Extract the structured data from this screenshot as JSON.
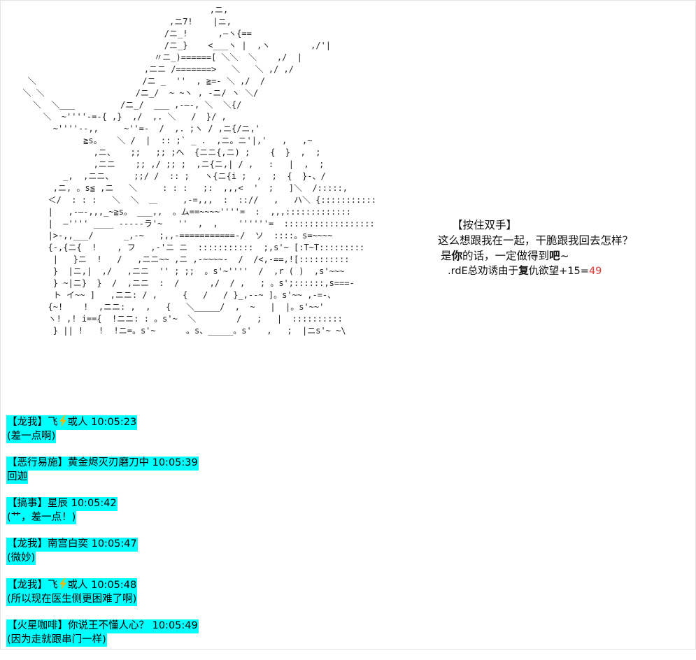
{
  "ascii_art": "                                       ,ニ,\n                               ,ニ7!    |ニ,\n                              /ニ_!      ,―ヽ{==\n                              /ニ_}    <___ヽ |  ,ヽ        ,/'|\n                            〃ニ_)======[ ＼＼  ＼    ,/  |\n                          ,ニニ /=======>   ＼   ＼ ,/ ,/\n   ＼                     /ニ _  ''  , ≧=- ＼ ,/  /\n  ＼ ＼                  /ニ_/  ~ ~ヽ , -ニ/ ヽ ＼/\n    ＼  ＼___         /ニ_/  ___ ,-―-, ＼  ＼{/\n      ＼  ~''''-=-{ ,}  ,/  ,. ＼   /  }/ ,\n        ~''''--,,     ~''=-  /  ,. ;ヽ / ,ニ{/ニ,'\n              ≧s。   ＼ /  |  :: ;` _ .  ,ニ。ニ'|,'   ,   ,~\n                ,ニ、   ;;   ;; ;へ  {ニニ{,ニ) ;    {  }  ,  ;\n                ,ニニ    ;; ,/ ;; ;  ,ニ{ニ,| / ,   :   |  ,  ;\n          _,  ,ニニ、    ;;/ /  :: ;   ヽ{ニ{i ;  ,  ;  {  }-、/\n        ,ニ, 。s≦ ,ニ   ＼     : : :   ;:  ,,,<  '  ;   ]＼  /:::::,\n       ＜/  : : :   ＼  ＼  ＿     ,-=,,,  :  :://   ,   ハ＼ {:::::::::::\n       |   ,-―-,,,_~≧s。 ___,,  。ム==~~~~''''=  :  ,,,:::::::::::::\n       |  ―'''' ____ -----ラ'~   ''  ,  ,    ''''''=  ::::::::::::::::::\n       |>-,,___/      _,-~   ;,,-===========-/  ソ  ::::。s=~~~~\n       {-,{ニ{  !    , フ   ,-'ニ ニ  :::::::::::  ;,s'~ [:T~T:::::::::\n        |   }ニ  !   /   ,ニニ~~ ,ニ ,-~~~~-  /  /<,-==,![::::::::::\n        }  |ニ,|  ,/   ,ニニ  '' ; ;;  。s'~''''  /  ,r ( )  ,s'~~~\n        } ~|ニ}  }  /  ,ニニ  :  /      ,/  / ,   ; 。s';::::::,s===-\n        ト イ~~ ]   ,ニニ: / ,     {   /   / }_,--~ ]。s'~~ ,-=-、\n       {~!    !  ,ニニ: ,  ,   {   ＼_____/  ,  ~   |  |。s'~~'\n       ヽ! ,! i=={  !ニニ: : 。s'~  ＼        /   ;   |  ::::::::::\n        } || !   !  !ニ=。s'~      。s、_____。s'   ,   ;  |ニs'~ ~\\",
  "dialogue": {
    "label": "【按住双手】",
    "line1": "这么想跟我在一起，干脆跟我回去怎样？",
    "line2_prefix": "是",
    "line2_bold": "你",
    "line2_mid": "的话，一定做得到",
    "line2_bold2": "吧",
    "line2_suffix": "~",
    "stat_prefix": ".rdE总劝诱由于",
    "stat_bold": "复",
    "stat_mid": "仇欲望+15=",
    "stat_value": "49"
  },
  "chat": [
    {
      "tag": "【龙我】",
      "user": "飞",
      "user_suffix": "或人",
      "time": "10:05:23",
      "has_icon": true,
      "text": "(差一点啊)"
    },
    {
      "tag": "【恶行易施】",
      "user": "黄金烬灭刃磨刀中",
      "user_suffix": "",
      "time": "10:05:39",
      "has_icon": false,
      "text": "回迦"
    },
    {
      "tag": "【搞事】",
      "user": "星辰",
      "user_suffix": "",
      "time": "10:05:42",
      "has_icon": false,
      "text": "(艹，差一点！)"
    },
    {
      "tag": "【龙我】",
      "user": "南宫白奕",
      "user_suffix": "",
      "time": "10:05:47",
      "has_icon": false,
      "text": "(微妙)"
    },
    {
      "tag": "【龙我】",
      "user": "飞",
      "user_suffix": "或人",
      "time": "10:05:48",
      "has_icon": true,
      "text": "(所以现在医生侧更困难了啊)"
    },
    {
      "tag": "【火星咖啡】",
      "user": "你说王不懂人心？",
      "user_suffix": "",
      "time": "10:05:49",
      "has_icon": false,
      "text": "(因为走就跟串门一样)"
    }
  ],
  "colors": {
    "highlight": "#00ffff",
    "stat_value": "#e53935",
    "bolt": "#f5b800"
  },
  "icons": {
    "chat_user_icon": "lightning-bolt-icon"
  }
}
